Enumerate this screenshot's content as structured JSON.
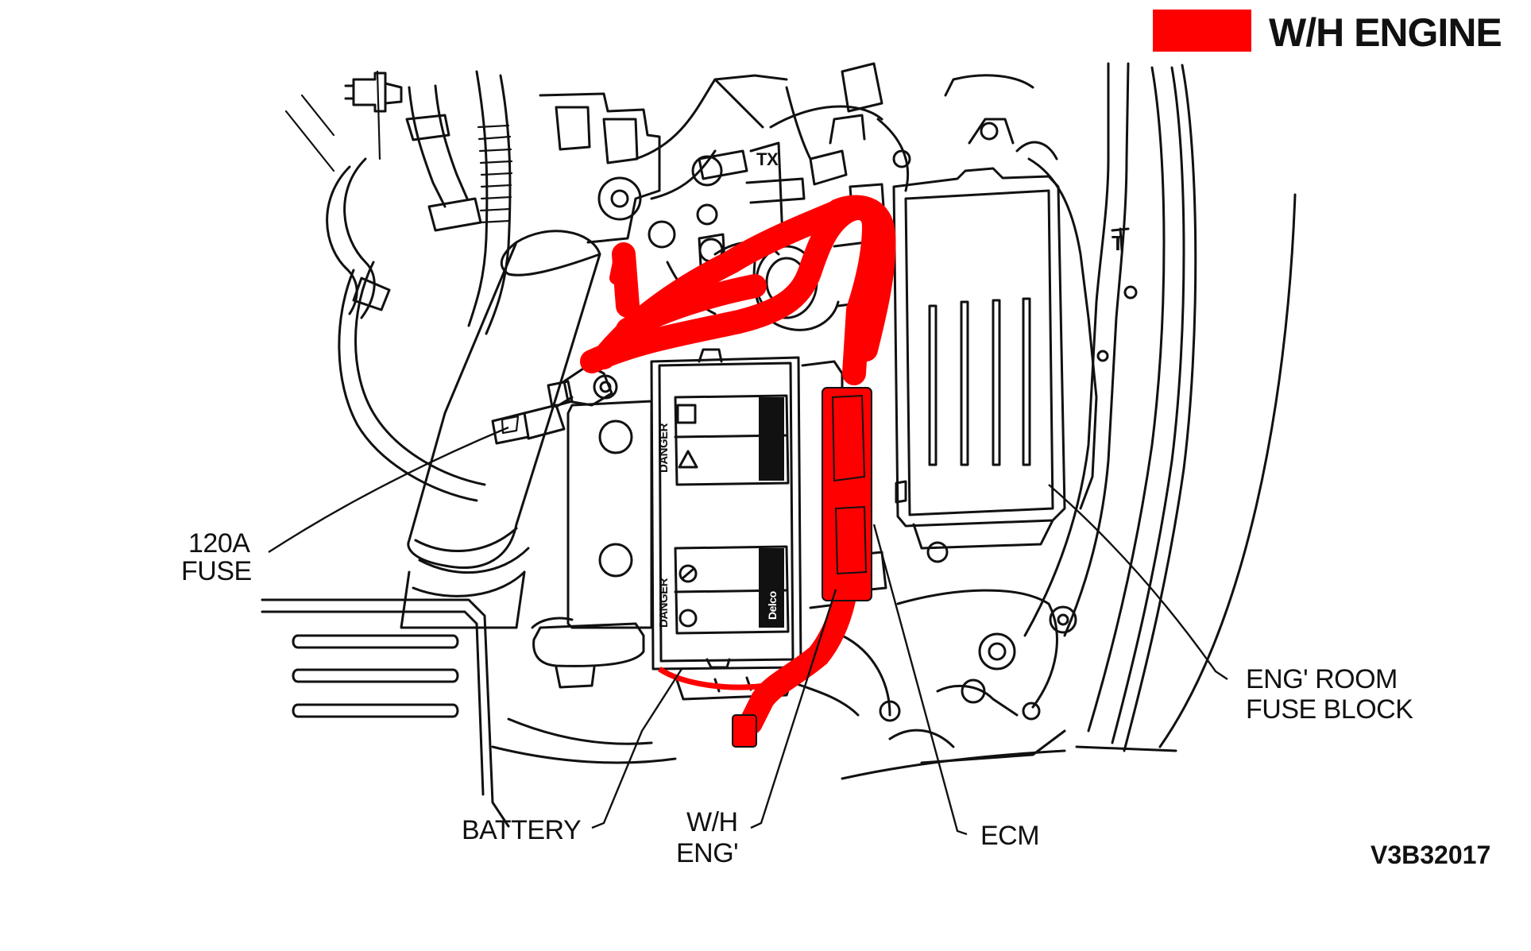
{
  "legend": {
    "label": "W/H ENGINE",
    "color": "#ff0000"
  },
  "labels": {
    "fuse_line1": "120A",
    "fuse_line2": "FUSE",
    "battery": "BATTERY",
    "wh_eng_line1": "W/H",
    "wh_eng_line2": "ENG'",
    "ecm": "ECM",
    "fuse_block_line1": "ENG' ROOM",
    "fuse_block_line2": "FUSE BLOCK"
  },
  "engraved_text": {
    "tx": "TX",
    "t": "T",
    "danger": "DANGER",
    "delco": "Delco"
  },
  "figure_code": "V3B32017",
  "colors": {
    "harness": "#ff0000",
    "line": "#111111",
    "background": "#ffffff"
  }
}
